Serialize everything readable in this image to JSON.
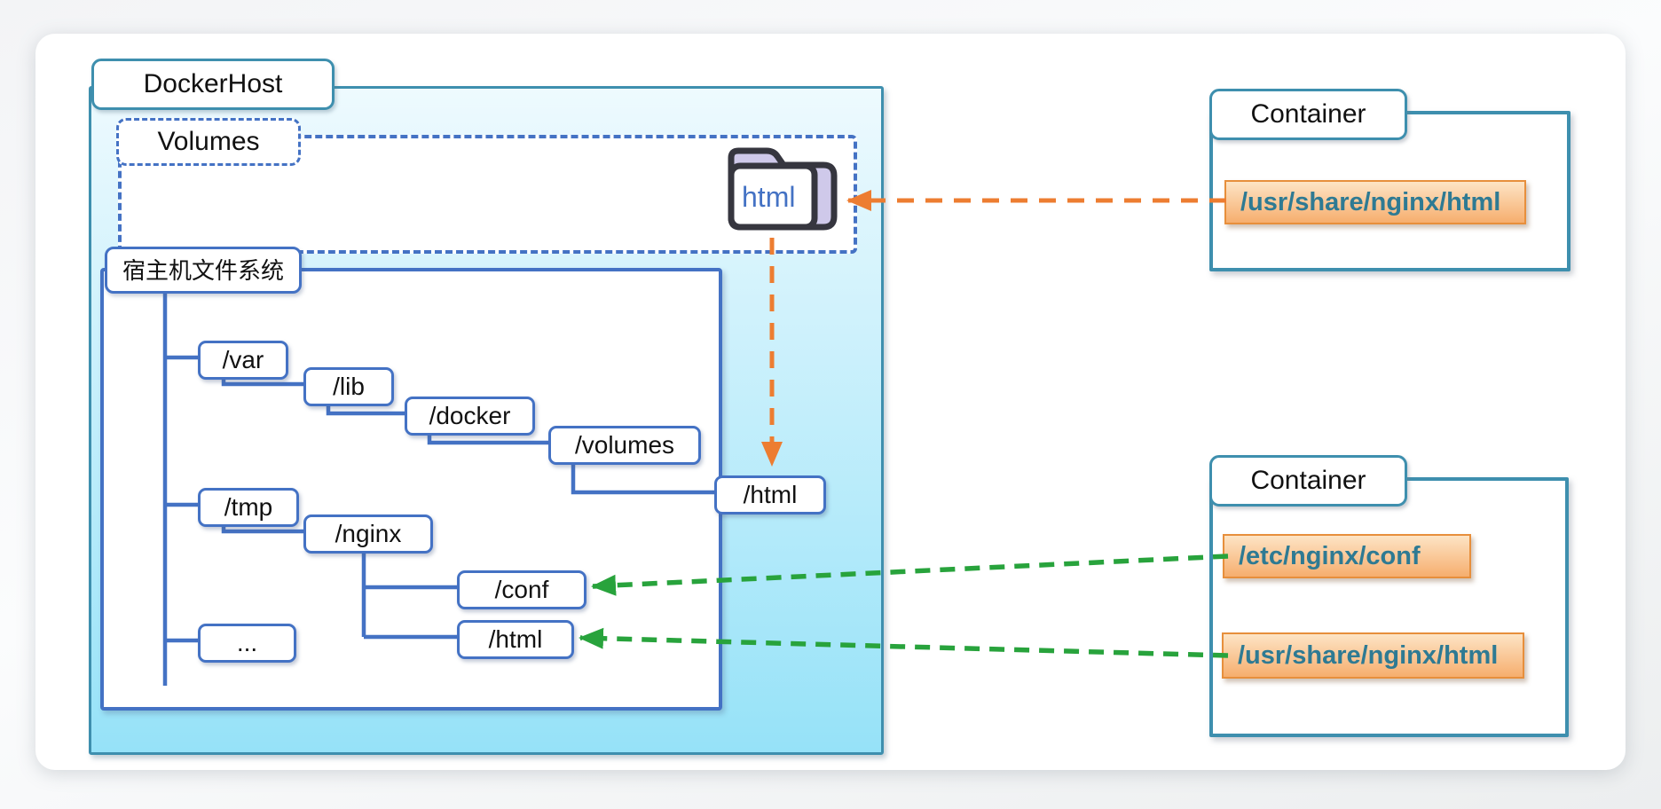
{
  "docker_host": {
    "label": "DockerHost"
  },
  "volumes": {
    "label": "Volumes"
  },
  "volume_folder": {
    "label": "html"
  },
  "filesystem": {
    "label": "宿主机文件系统"
  },
  "tree": {
    "nodes": [
      {
        "id": "var",
        "label": "/var"
      },
      {
        "id": "lib",
        "label": "/lib"
      },
      {
        "id": "docker",
        "label": "/docker"
      },
      {
        "id": "volumes",
        "label": "/volumes"
      },
      {
        "id": "html-top",
        "label": "/html"
      },
      {
        "id": "tmp",
        "label": "/tmp"
      },
      {
        "id": "nginx",
        "label": "/nginx"
      },
      {
        "id": "conf",
        "label": "/conf"
      },
      {
        "id": "html-bottom",
        "label": "/html"
      },
      {
        "id": "more",
        "label": "..."
      }
    ]
  },
  "containers": {
    "top": {
      "label": "Container",
      "mounts": [
        {
          "path": "/usr/share/nginx/html"
        }
      ]
    },
    "bottom": {
      "label": "Container",
      "mounts": [
        {
          "path": "/etc/nginx/conf"
        },
        {
          "path": "/usr/share/nginx/html"
        }
      ]
    }
  },
  "mappings": [
    {
      "from": "Container (top) /usr/share/nginx/html",
      "to": "html volume",
      "style": "orange-dashed"
    },
    {
      "from": "html volume",
      "to": "/html under /volumes",
      "style": "orange-dashed"
    },
    {
      "from": "Container (bottom) /etc/nginx/conf",
      "to": "/conf under /nginx",
      "style": "green-dashed"
    },
    {
      "from": "Container (bottom) /usr/share/nginx/html",
      "to": "/html under /nginx",
      "style": "green-dashed"
    }
  ],
  "colors": {
    "host_border": "#3e8fae",
    "host_fill_top": "#eefafe",
    "host_fill_bottom": "#96e2f8",
    "tree_blue": "#4472c4",
    "container_border": "#3e8fae",
    "mount_fill_top": "#fde4c5",
    "mount_fill_bottom": "#f6ae6e",
    "mount_border": "#e78f3c",
    "mount_text": "#2e7a93",
    "arrow_orange": "#ed7d31",
    "arrow_green": "#28a33c",
    "folder_outline": "#36363f",
    "folder_back": "#cfc9ea",
    "folder_text": "#4472c4"
  }
}
